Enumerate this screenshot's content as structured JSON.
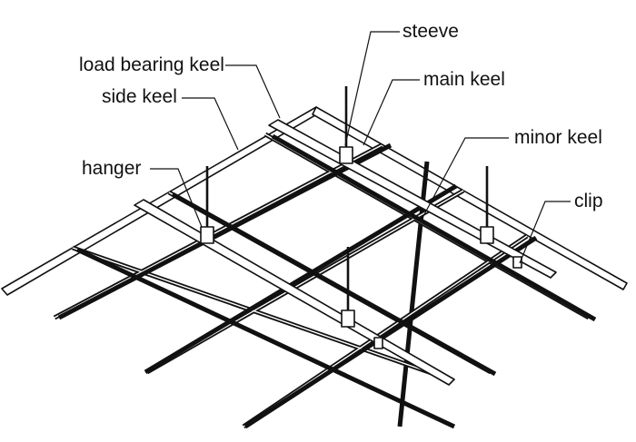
{
  "labels": {
    "steeve": "steeve",
    "load_bearing_keel": "load bearing keel",
    "main_keel": "main keel",
    "side_keel": "side keel",
    "minor_keel": "minor keel",
    "hanger": "hanger",
    "clip": "clip"
  }
}
